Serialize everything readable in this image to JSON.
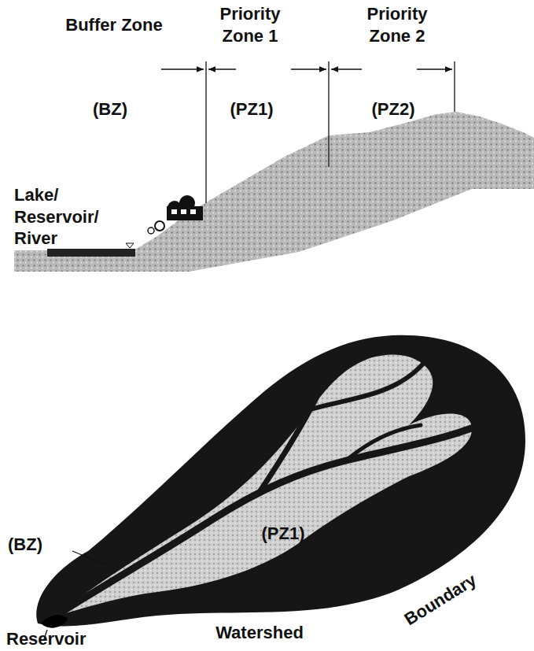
{
  "diagram": {
    "labels": [
      "Buffer Zone",
      "Priority Zone 1",
      "Priority Zone 2",
      "(BZ)",
      "(PZ1)",
      "(PZ2)",
      "Lake/ Reservoir/ River",
      "(BZ)",
      "(PZ1)",
      "Watershed",
      "Boundary",
      "Reservoir"
    ]
  }
}
